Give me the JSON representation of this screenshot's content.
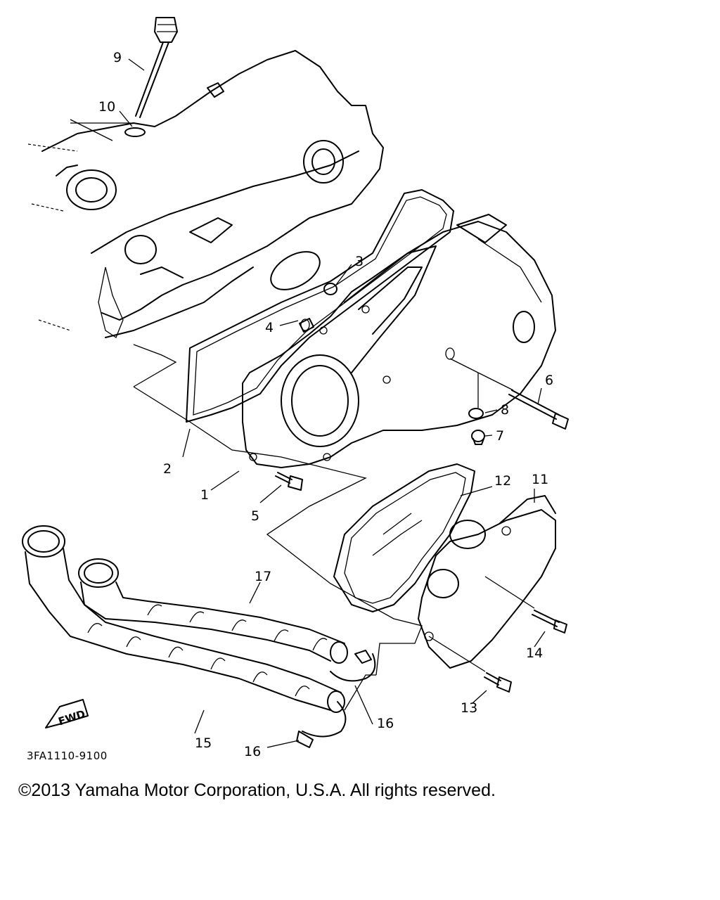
{
  "callouts": [
    {
      "id": "1",
      "label": "1"
    },
    {
      "id": "2",
      "label": "2"
    },
    {
      "id": "3",
      "label": "3"
    },
    {
      "id": "4",
      "label": "4"
    },
    {
      "id": "5",
      "label": "5"
    },
    {
      "id": "6",
      "label": "6"
    },
    {
      "id": "7",
      "label": "7"
    },
    {
      "id": "8",
      "label": "8"
    },
    {
      "id": "9",
      "label": "9"
    },
    {
      "id": "10",
      "label": "10"
    },
    {
      "id": "11",
      "label": "11"
    },
    {
      "id": "12",
      "label": "12"
    },
    {
      "id": "13",
      "label": "13"
    },
    {
      "id": "14",
      "label": "14"
    },
    {
      "id": "15",
      "label": "15"
    },
    {
      "id": "16a",
      "label": "16"
    },
    {
      "id": "16b",
      "label": "16"
    },
    {
      "id": "17",
      "label": "17"
    }
  ],
  "fwd_label": "FWD",
  "figure_code": "3FA1110-9100",
  "copyright": "©2013 Yamaha Motor Corporation, U.S.A. All rights reserved."
}
